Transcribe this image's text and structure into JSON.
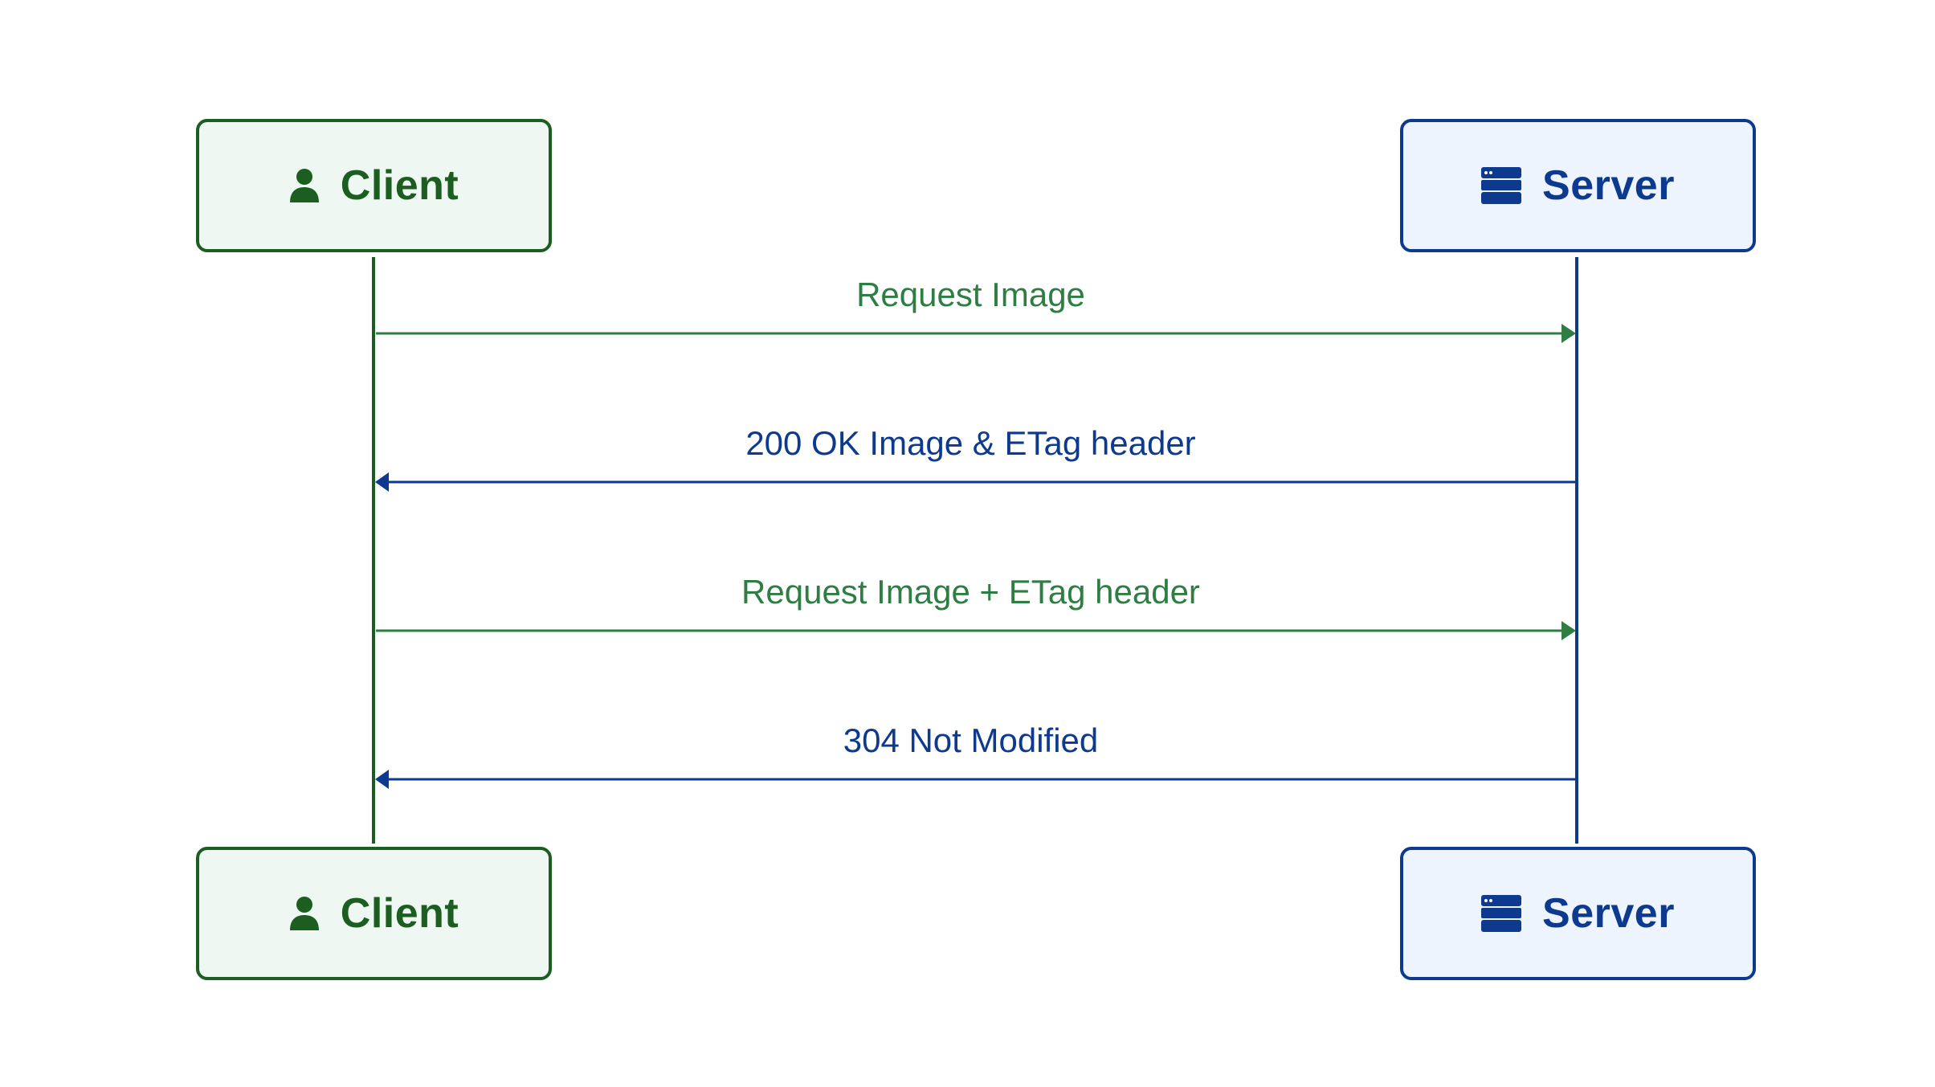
{
  "participants": {
    "client": {
      "label": "Client",
      "icon": "user-icon",
      "color": "#1b5e20",
      "fill": "#eef7f1"
    },
    "server": {
      "label": "Server",
      "icon": "server-icon",
      "color": "#0d3a8f",
      "fill": "#eef4fd"
    }
  },
  "messages": [
    {
      "label": "Request Image",
      "from": "client",
      "to": "server",
      "color": "#2e7d43"
    },
    {
      "label": "200 OK Image & ETag header",
      "from": "server",
      "to": "client",
      "color": "#0d3a8f"
    },
    {
      "label": "Request Image + ETag header",
      "from": "client",
      "to": "server",
      "color": "#2e7d43"
    },
    {
      "label": "304 Not Modified",
      "from": "server",
      "to": "client",
      "color": "#0d3a8f"
    }
  ]
}
